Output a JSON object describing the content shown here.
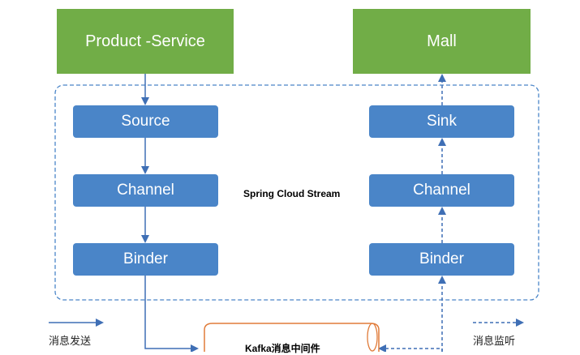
{
  "producer": {
    "label": "Product -Service"
  },
  "consumer": {
    "label": "Mall"
  },
  "stream": {
    "label": "Spring Cloud Stream"
  },
  "left_stack": {
    "source": "Source",
    "channel": "Channel",
    "binder": "Binder"
  },
  "right_stack": {
    "sink": "Sink",
    "channel": "Channel",
    "binder": "Binder"
  },
  "middleware": {
    "label": "Kafka消息中间件"
  },
  "legend": {
    "send": "消息发送",
    "listen": "消息监听"
  },
  "colors": {
    "green": "#71ad47",
    "blue": "#4a85c8",
    "arrow": "#3f6fb5",
    "dashed": "#4a85c8",
    "kafka_border": "#e07b39"
  }
}
